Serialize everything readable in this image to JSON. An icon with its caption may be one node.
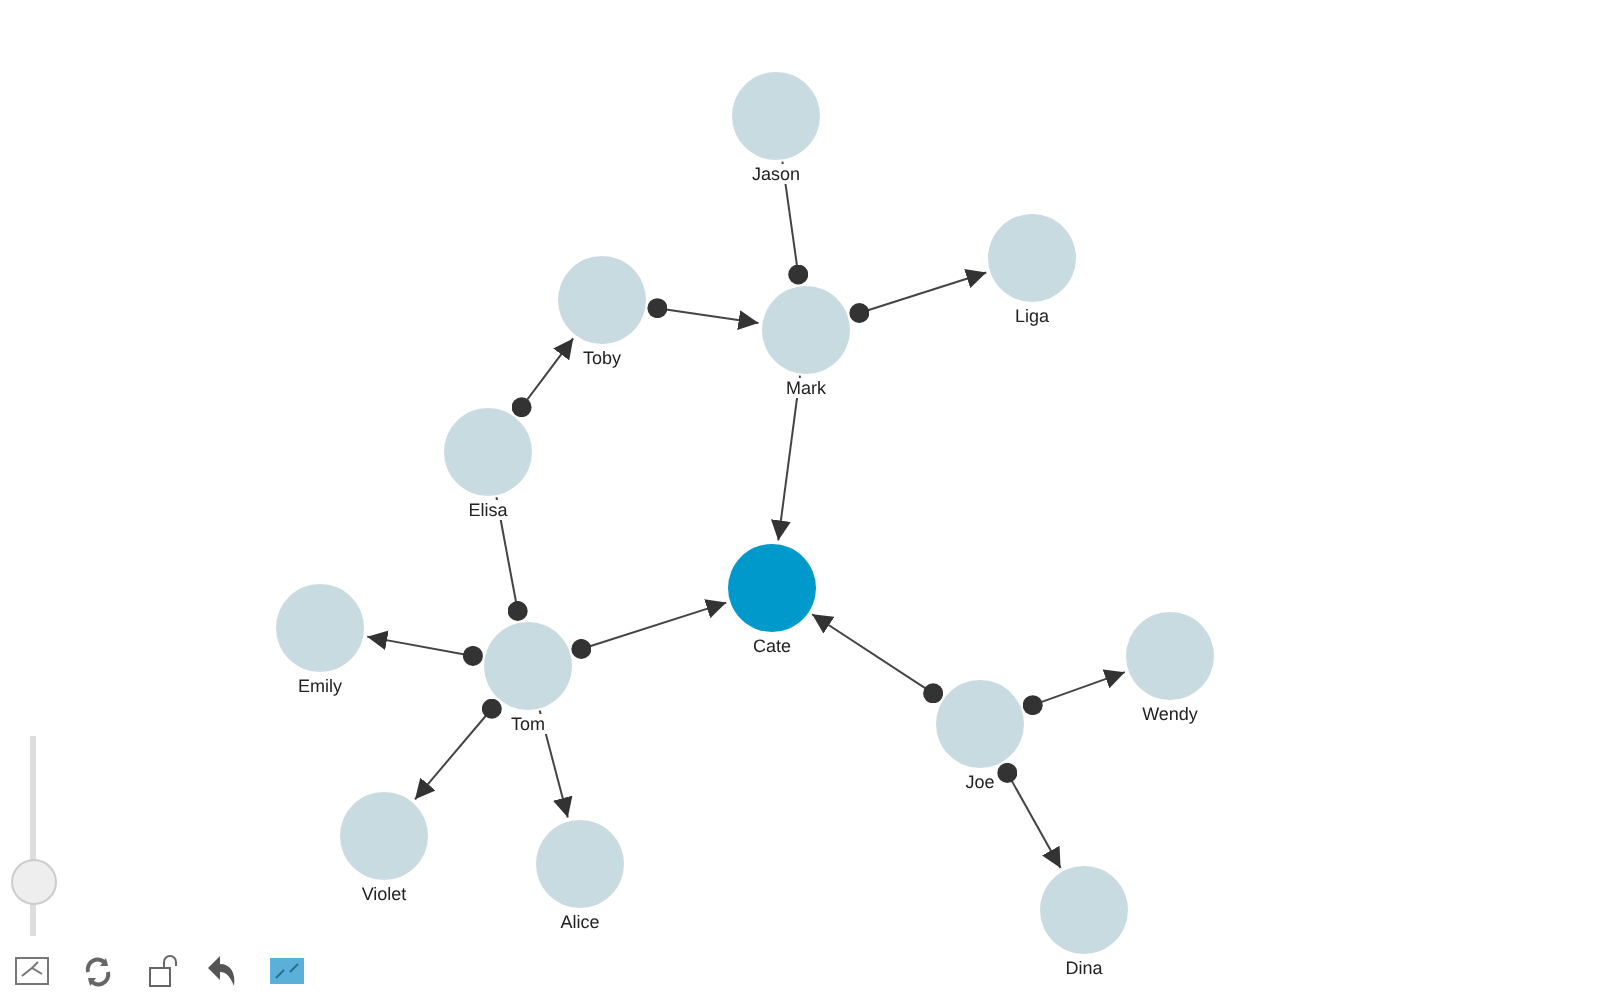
{
  "diagram": {
    "nodes": [
      {
        "text": [
          "Jason"
        ]
      },
      {
        "text": [
          "Liga"
        ]
      },
      {
        "text": [
          "Toby"
        ]
      },
      {
        "text": [
          "Mark"
        ]
      },
      {
        "text": [
          "Elisa"
        ]
      },
      {
        "text": [
          "Cate"
        ]
      },
      {
        "text": [
          "Emily"
        ]
      },
      {
        "text": [
          "Tom"
        ]
      },
      {
        "text": [
          "Wendy"
        ]
      },
      {
        "text": [
          "Joe"
        ]
      },
      {
        "text": [
          "Violet"
        ]
      },
      {
        "text": [
          "Alice"
        ]
      },
      {
        "text": [
          "Dina"
        ]
      }
    ],
    "edges": [
      {
        "from": 0,
        "to": 3,
        "arrow": "other"
      },
      {
        "from": 3,
        "to": 1,
        "arrow": "to"
      },
      {
        "from": 2,
        "to": 3,
        "arrow": "to"
      },
      {
        "from": 4,
        "to": 2,
        "arrow": "to"
      },
      {
        "from": 3,
        "to": 5,
        "arrow": "to"
      },
      {
        "from": 4,
        "to": 7,
        "arrow": "other"
      },
      {
        "from": 7,
        "to": 5,
        "arrow": "to"
      },
      {
        "from": 7,
        "to": 6,
        "arrow": "to"
      },
      {
        "from": 7,
        "to": 10,
        "arrow": "to"
      },
      {
        "from": 7,
        "to": 11,
        "arrow": "to"
      },
      {
        "from": 9,
        "to": 5,
        "arrow": "to"
      },
      {
        "from": 9,
        "to": 8,
        "arrow": "to"
      },
      {
        "from": 9,
        "to": 12,
        "arrow": "to"
      }
    ]
  }
}
